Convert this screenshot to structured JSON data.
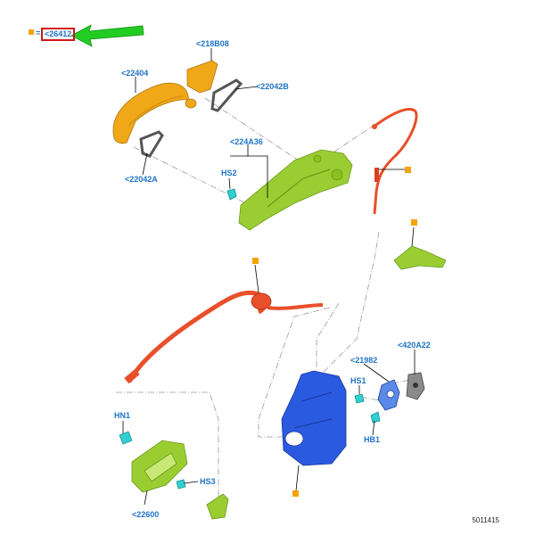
{
  "legend": {
    "equals": "=",
    "ref": "<26412",
    "marker_color": "#f4a300",
    "box_color": "#d01818",
    "arrow_color": "#22cc22"
  },
  "labels": {
    "part_218B08": "<218B08",
    "part_22404": "<22404",
    "part_22042B": "<22042B",
    "part_22042A": "<22042A",
    "part_224A36": "<224A36",
    "hs2": "HS2",
    "part_21982": "<21982",
    "part_420A22": "<420A22",
    "hs1": "HS1",
    "hb1": "HB1",
    "hn1": "HN1",
    "hs3": "HS3",
    "part_22600": "<22600"
  },
  "drawing_number": "5011415",
  "colors": {
    "label_text": "#1e73c8",
    "handle": "#f0a818",
    "bracket": "#9acd32",
    "cable": "#e8502a",
    "latch": "#2a5ae0",
    "clip": "#30d0d0",
    "gray": "#8a8a8a",
    "marker": "#f4a300"
  }
}
